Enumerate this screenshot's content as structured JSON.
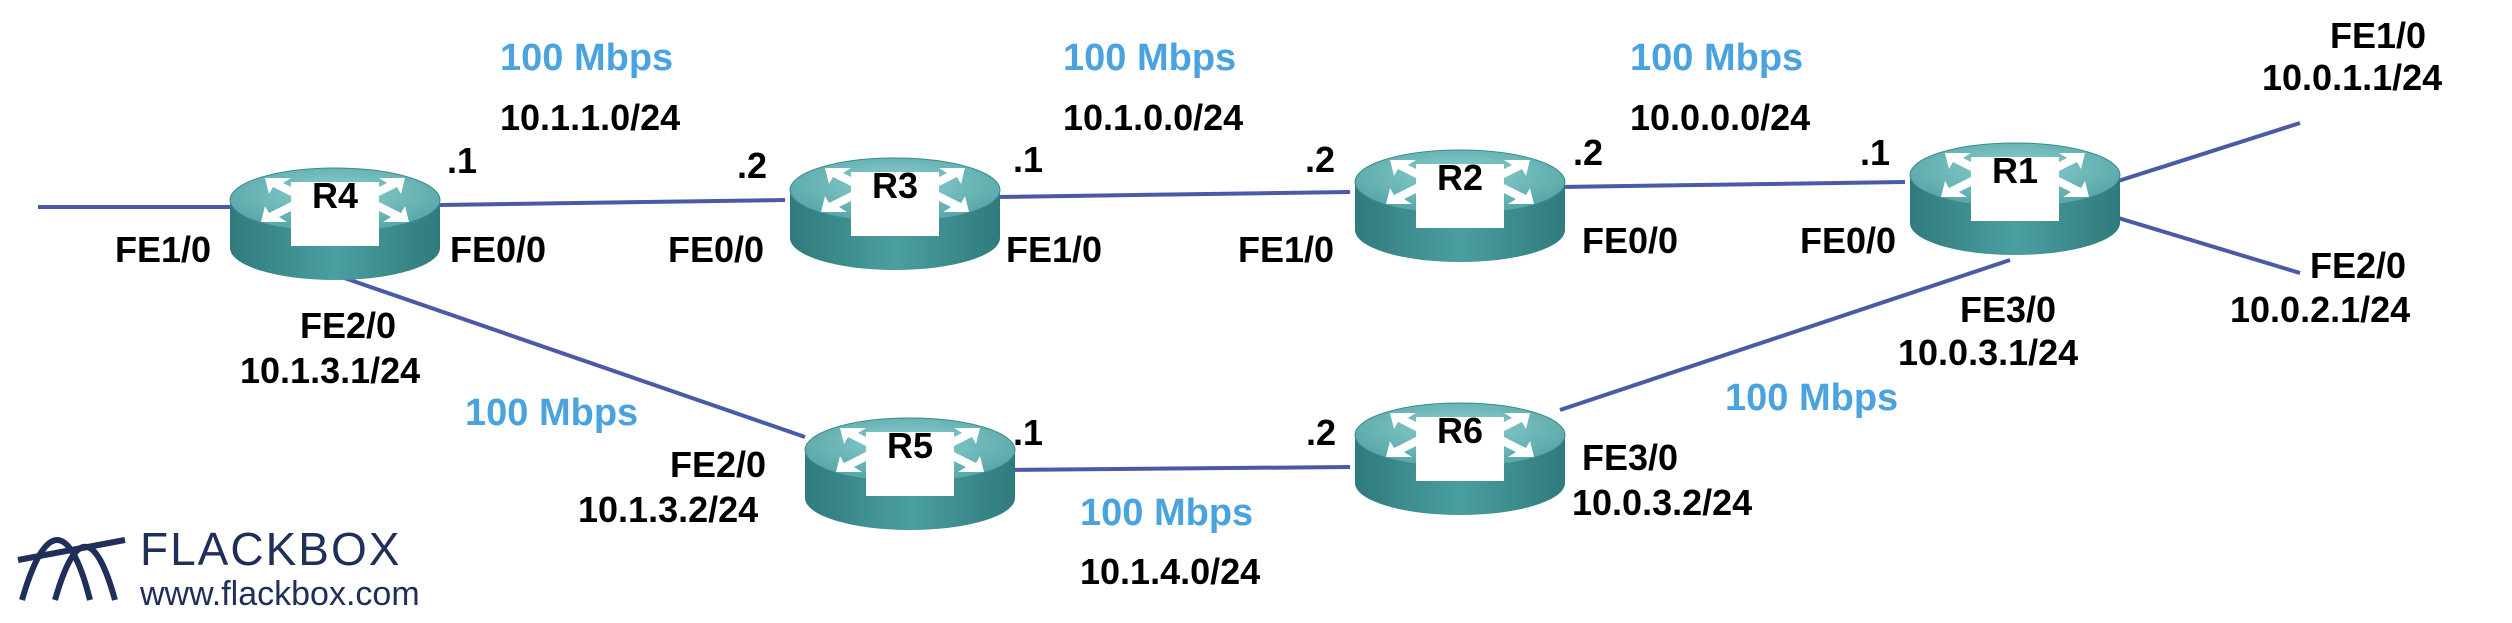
{
  "diagram": {
    "routers": [
      {
        "id": "R4",
        "label": "R4"
      },
      {
        "id": "R3",
        "label": "R3"
      },
      {
        "id": "R2",
        "label": "R2"
      },
      {
        "id": "R1",
        "label": "R1"
      },
      {
        "id": "R5",
        "label": "R5"
      },
      {
        "id": "R6",
        "label": "R6"
      }
    ],
    "links": [
      {
        "from": "R4",
        "to": "R3",
        "speed": "100 Mbps",
        "subnet": "10.1.1.0/24",
        "from_if": "FE0/0",
        "from_host": ".1",
        "to_if": "FE0/0",
        "to_host": ".2"
      },
      {
        "from": "R3",
        "to": "R2",
        "speed": "100 Mbps",
        "subnet": "10.1.0.0/24",
        "from_if": "FE1/0",
        "from_host": ".1",
        "to_if": "FE1/0",
        "to_host": ".2"
      },
      {
        "from": "R2",
        "to": "R1",
        "speed": "100 Mbps",
        "subnet": "10.0.0.0/24",
        "from_if": "FE0/0",
        "from_host": ".2",
        "to_if": "FE0/0",
        "to_host": ".1"
      },
      {
        "from": "R4",
        "to": "R5",
        "speed": "100 Mbps",
        "from_if": "FE2/0",
        "from_addr": "10.1.3.1/24",
        "to_if": "FE2/0",
        "to_addr": "10.1.3.2/24"
      },
      {
        "from": "R5",
        "to": "R6",
        "speed": "100 Mbps",
        "subnet": "10.1.4.0/24",
        "from_host": ".1",
        "to_host": ".2"
      },
      {
        "from": "R6",
        "to": "R1",
        "speed": "100 Mbps",
        "from_if": "FE3/0",
        "from_addr": "10.0.3.2/24",
        "to_if": "FE3/0",
        "to_addr": "10.0.3.1/24"
      }
    ],
    "r4_fe10": "FE1/0",
    "r1_fe10": {
      "if": "FE1/0",
      "addr": "10.0.1.1/24"
    },
    "r1_fe20": {
      "if": "FE2/0",
      "addr": "10.0.2.1/24"
    }
  },
  "logo": {
    "word": "FLACKBOX",
    "url": "www.flackbox.com"
  },
  "colors": {
    "link": "#4a5aa6",
    "speed": "#4aa3df",
    "router_top": "#5fb3b3",
    "router_side": "#3d8a8c",
    "logo": "#1f2f5a"
  }
}
